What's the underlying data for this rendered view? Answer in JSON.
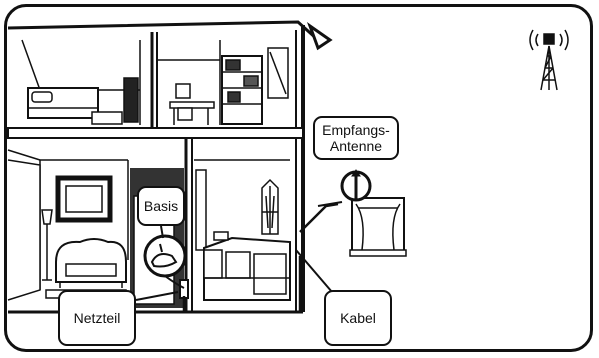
{
  "labels": {
    "antenna": {
      "line1": "Empfangs-",
      "line2": "Antenne"
    },
    "base": "Basis",
    "power_supply": "Netzteil",
    "cable": "Kabel"
  },
  "icons": {
    "radio_tower": "radio-tower-icon"
  },
  "colors": {
    "ink": "#111111",
    "paper": "#ffffff",
    "shade": "#8a8a8a"
  }
}
